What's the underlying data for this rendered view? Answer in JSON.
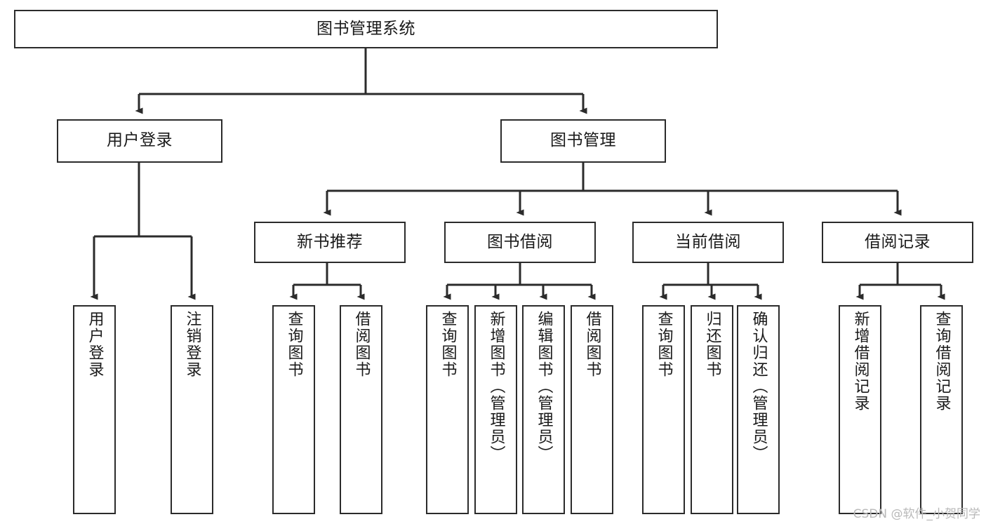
{
  "diagram": {
    "type": "tree-hierarchy-diagram",
    "title": "图书管理系统",
    "watermark": "CSDN @软件_小贺同学",
    "colors": {
      "stroke": "#2b2b2b",
      "background": "#ffffff",
      "text": "#1a1a1a",
      "watermark": "#b9b9b9"
    },
    "nodes": {
      "root": {
        "label": "图书管理系统"
      },
      "level2": [
        {
          "id": "user-login",
          "label": "用户登录"
        },
        {
          "id": "book-management",
          "label": "图书管理"
        }
      ],
      "level3": [
        {
          "id": "new-book-recommend",
          "label": "新书推荐"
        },
        {
          "id": "book-borrow",
          "label": "图书借阅"
        },
        {
          "id": "current-borrow",
          "label": "当前借阅"
        },
        {
          "id": "borrow-record",
          "label": "借阅记录"
        }
      ],
      "leaves": {
        "user_login": [
          {
            "id": "leaf-user-login",
            "label": "用户登录"
          },
          {
            "id": "leaf-logout-login",
            "label": "注销登录"
          }
        ],
        "new_book_recommend": [
          {
            "id": "leaf-query-book-1",
            "label": "查询图书"
          },
          {
            "id": "leaf-borrow-book-1",
            "label": "借阅图书"
          }
        ],
        "book_borrow": [
          {
            "id": "leaf-query-book-2",
            "label": "查询图书"
          },
          {
            "id": "leaf-add-book-admin",
            "label": "新增图书（管理员）"
          },
          {
            "id": "leaf-edit-book-admin",
            "label": "编辑图书（管理员）"
          },
          {
            "id": "leaf-borrow-book-2",
            "label": "借阅图书"
          }
        ],
        "current_borrow": [
          {
            "id": "leaf-query-book-3",
            "label": "查询图书"
          },
          {
            "id": "leaf-return-book",
            "label": "归还图书"
          },
          {
            "id": "leaf-confirm-return-admin",
            "label": "确认归还（管理员）"
          }
        ],
        "borrow_record": [
          {
            "id": "leaf-add-borrow-record",
            "label": "新增借阅记录"
          },
          {
            "id": "leaf-query-borrow-record",
            "label": "查询借阅记录"
          }
        ]
      }
    }
  }
}
